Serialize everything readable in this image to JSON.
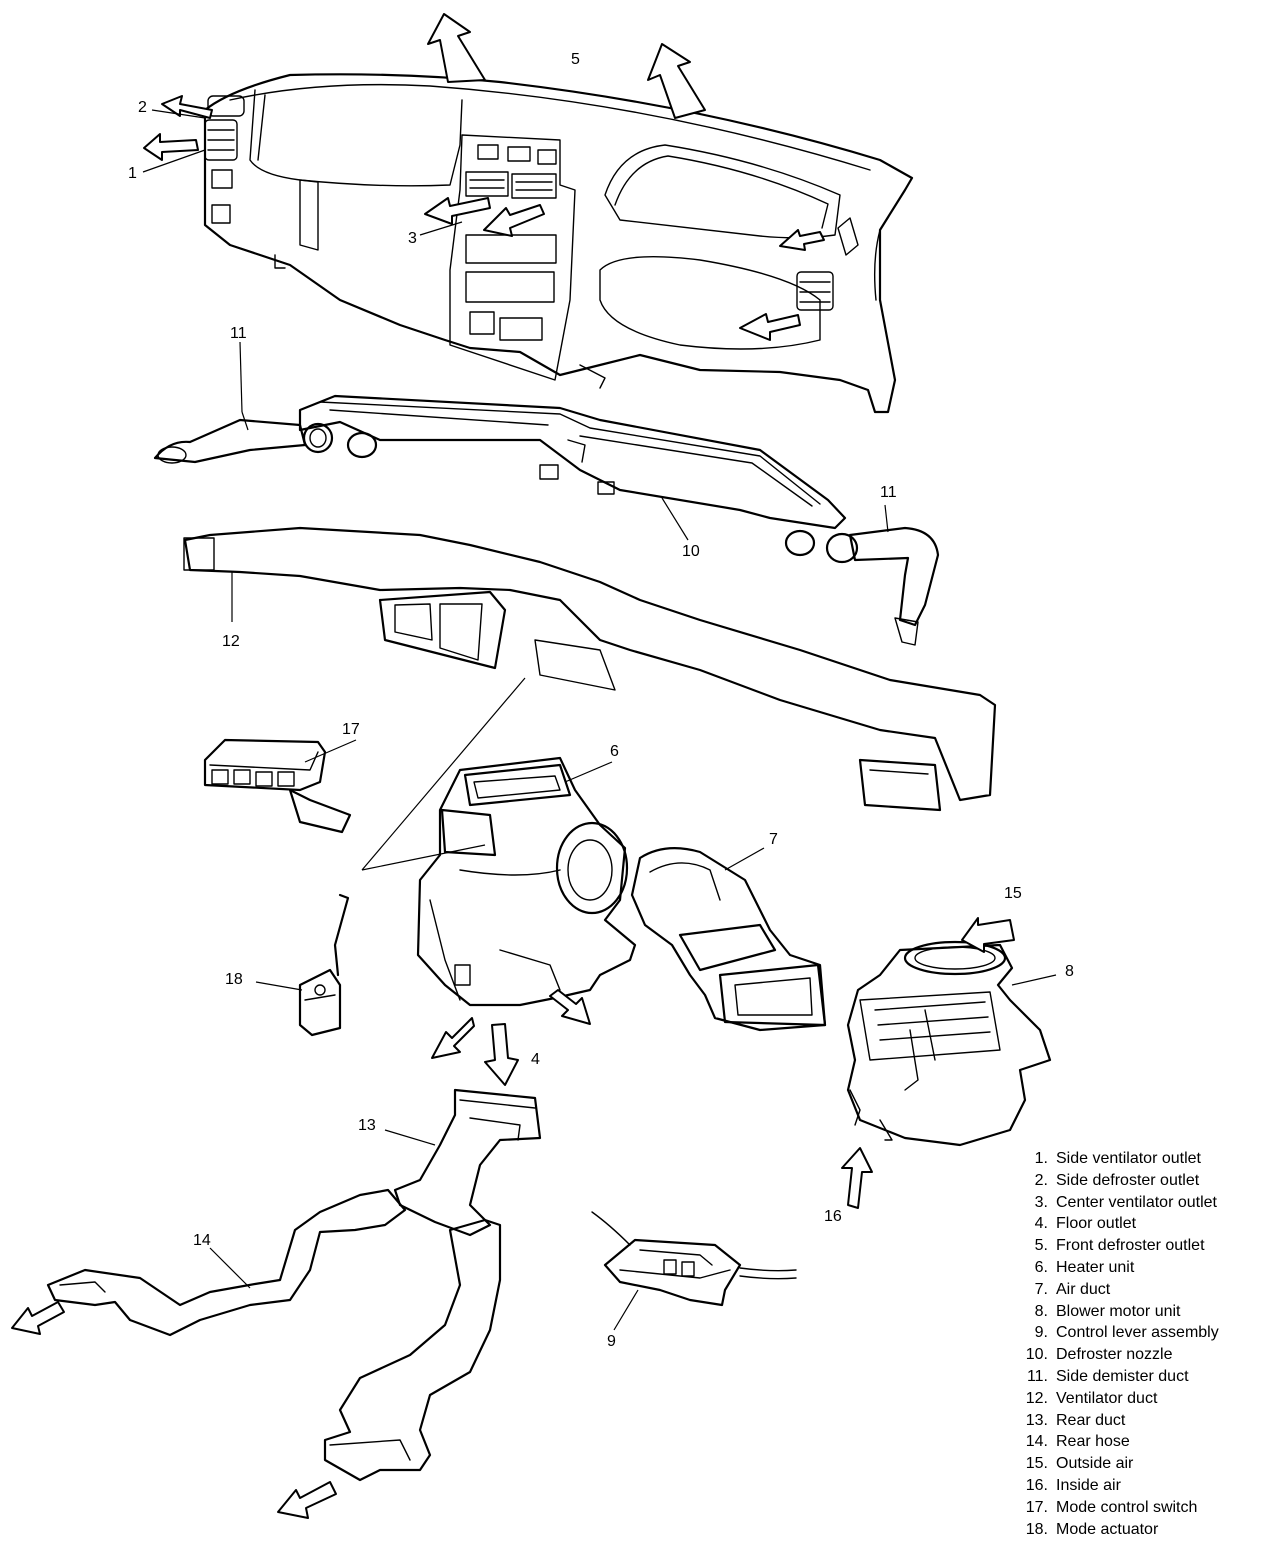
{
  "callouts": [
    {
      "id": "1",
      "text": "1"
    },
    {
      "id": "2",
      "text": "2"
    },
    {
      "id": "3",
      "text": "3"
    },
    {
      "id": "4",
      "text": "4"
    },
    {
      "id": "5",
      "text": "5"
    },
    {
      "id": "6",
      "text": "6"
    },
    {
      "id": "7",
      "text": "7"
    },
    {
      "id": "8",
      "text": "8"
    },
    {
      "id": "9",
      "text": "9"
    },
    {
      "id": "10",
      "text": "10"
    },
    {
      "id": "11a",
      "text": "11"
    },
    {
      "id": "11b",
      "text": "11"
    },
    {
      "id": "12",
      "text": "12"
    },
    {
      "id": "13",
      "text": "13"
    },
    {
      "id": "14",
      "text": "14"
    },
    {
      "id": "15",
      "text": "15"
    },
    {
      "id": "16",
      "text": "16"
    },
    {
      "id": "17",
      "text": "17"
    },
    {
      "id": "18",
      "text": "18"
    }
  ],
  "legend": [
    {
      "num": "1.",
      "text": "Side ventilator outlet"
    },
    {
      "num": "2.",
      "text": "Side defroster outlet"
    },
    {
      "num": "3.",
      "text": "Center ventilator outlet"
    },
    {
      "num": "4.",
      "text": "Floor outlet"
    },
    {
      "num": "5.",
      "text": "Front defroster outlet"
    },
    {
      "num": "6.",
      "text": "Heater unit"
    },
    {
      "num": "7.",
      "text": "Air duct"
    },
    {
      "num": "8.",
      "text": "Blower motor unit"
    },
    {
      "num": "9.",
      "text": "Control lever assembly"
    },
    {
      "num": "10.",
      "text": "Defroster nozzle"
    },
    {
      "num": "11.",
      "text": "Side demister duct"
    },
    {
      "num": "12.",
      "text": "Ventilator duct"
    },
    {
      "num": "13.",
      "text": "Rear duct"
    },
    {
      "num": "14.",
      "text": "Rear hose"
    },
    {
      "num": "15.",
      "text": "Outside air"
    },
    {
      "num": "16.",
      "text": "Inside air"
    },
    {
      "num": "17.",
      "text": "Mode control switch"
    },
    {
      "num": "18.",
      "text": "Mode actuator"
    }
  ]
}
